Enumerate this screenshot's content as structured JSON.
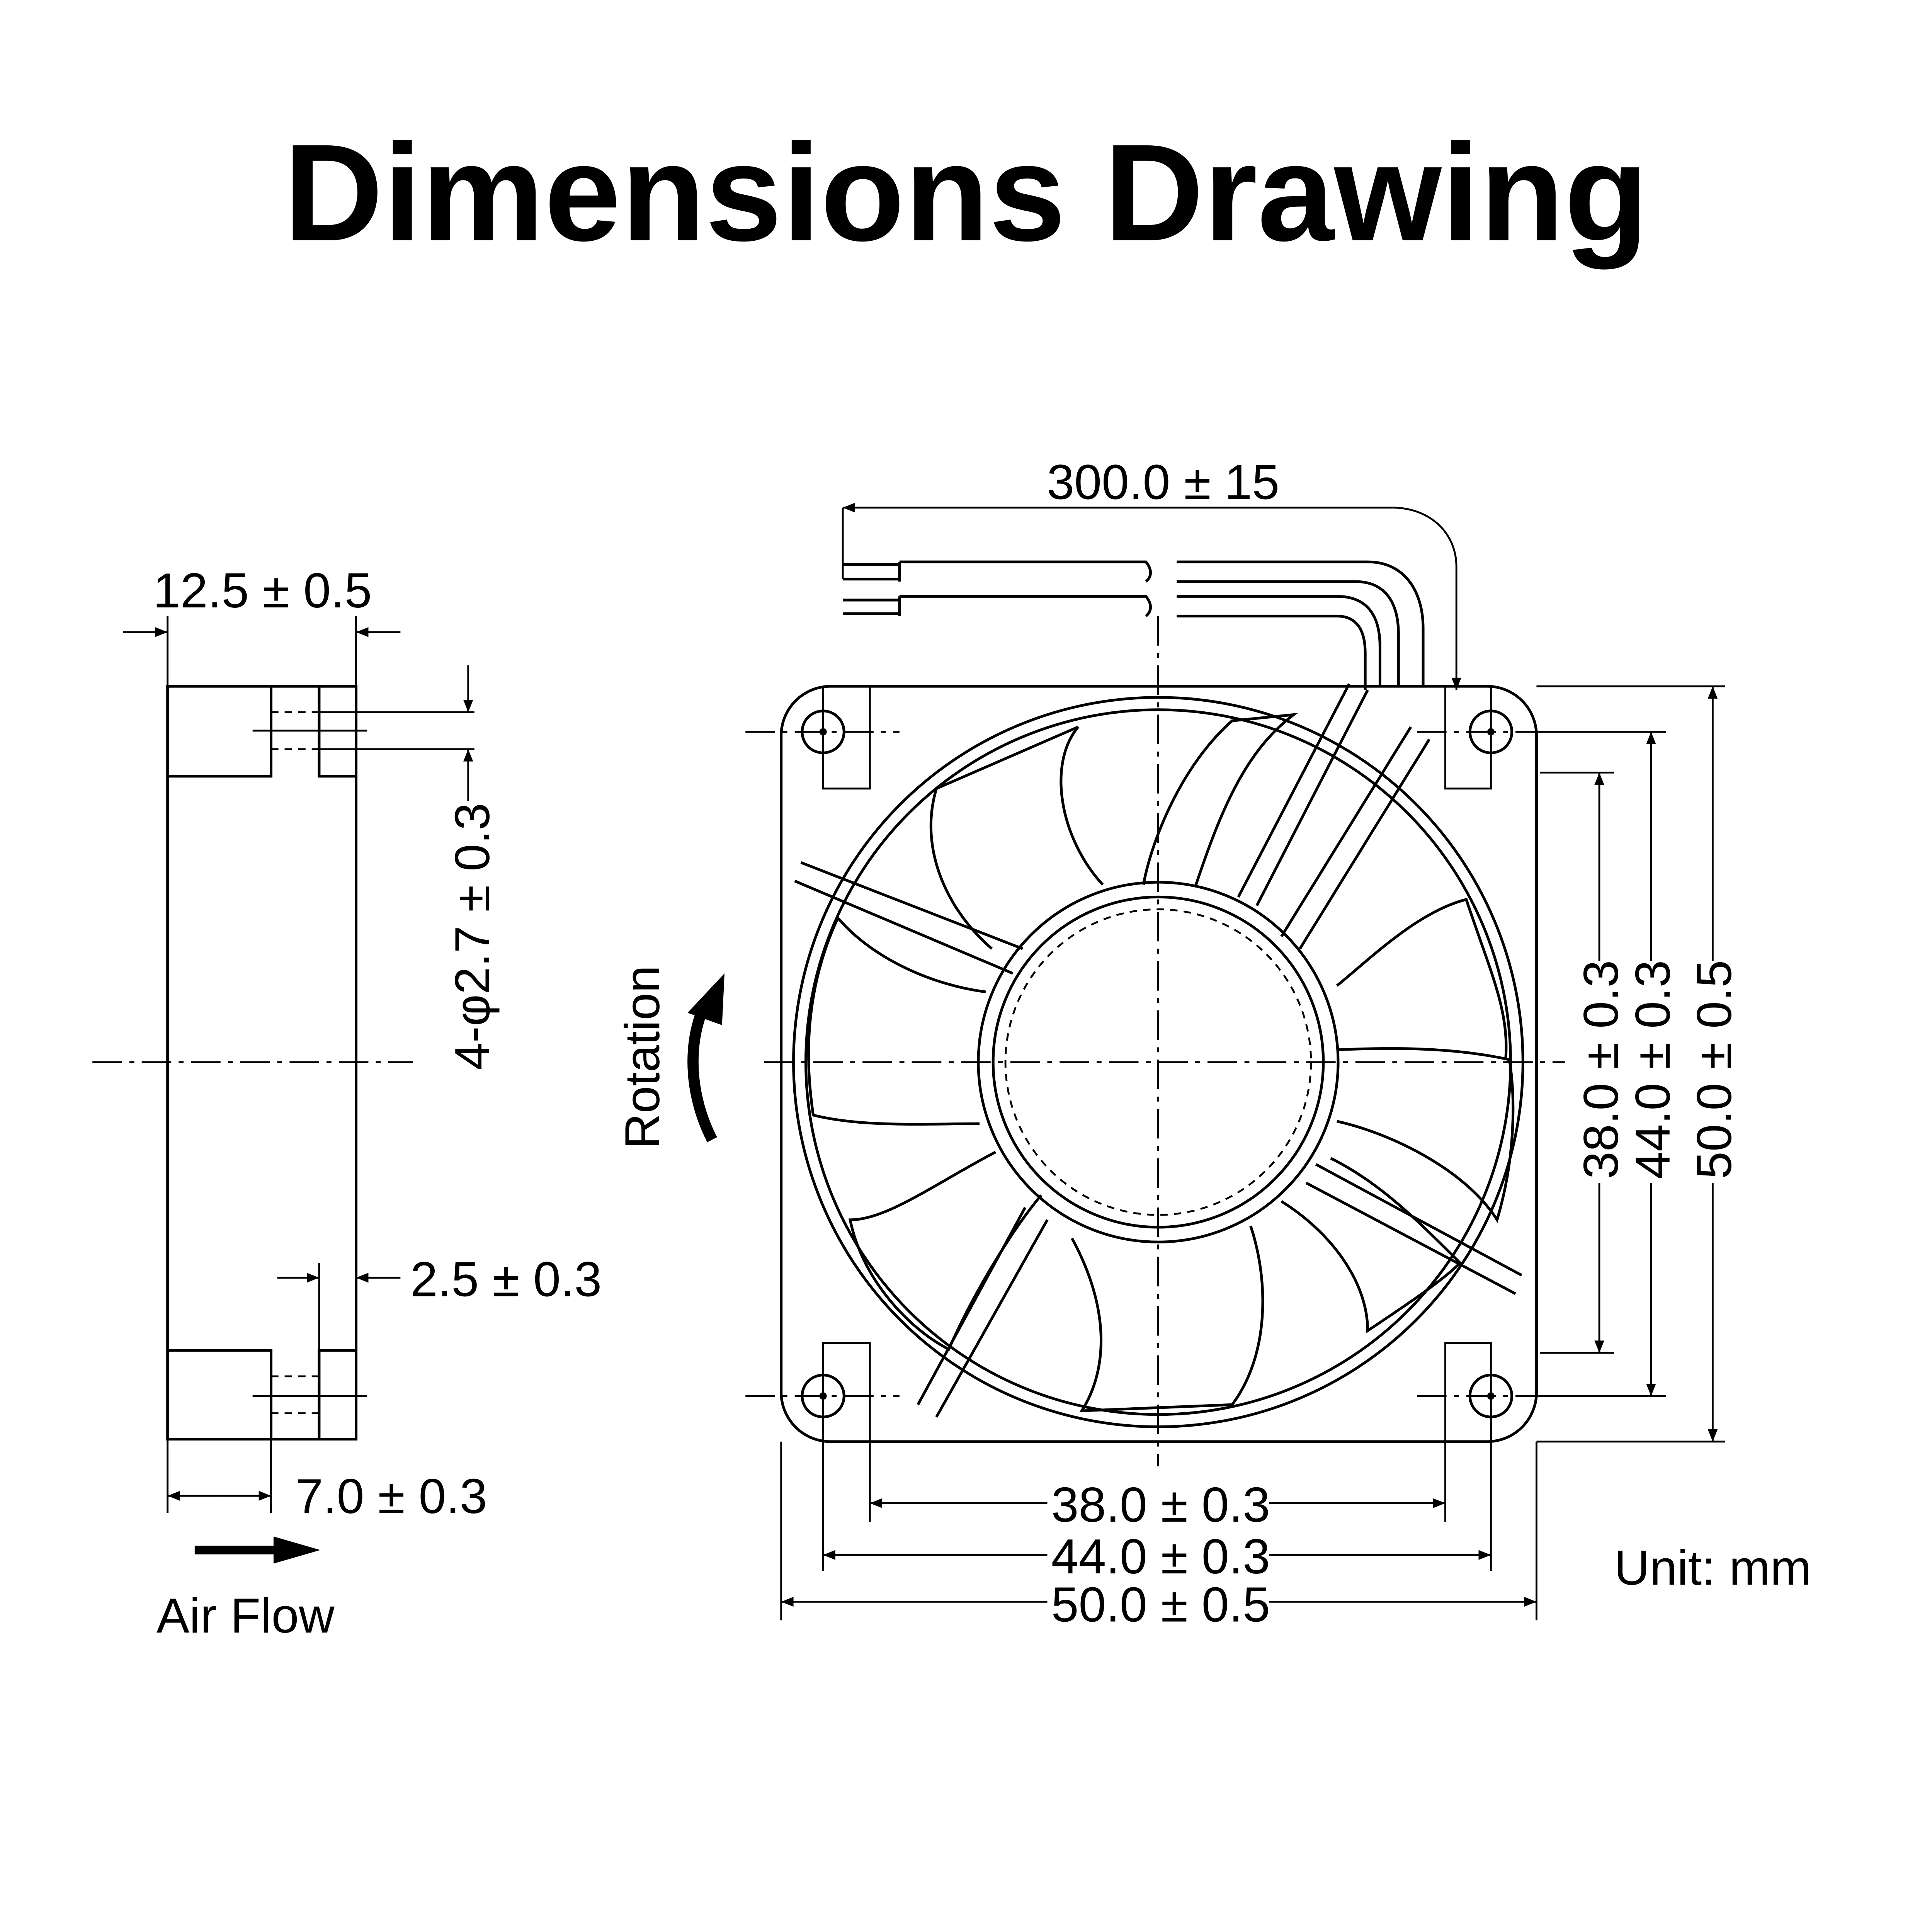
{
  "title": "Dimensions Drawing",
  "side_view": {
    "thickness": "12.5 ± 0.5",
    "hole_diameter": "4-φ2.7 ± 0.3",
    "flange_thickness": "2.5 ± 0.3",
    "hole_offset": "7.0 ± 0.3",
    "airflow_label": "Air Flow"
  },
  "front_view": {
    "cable_length": "300.0 ± 15",
    "rotation_label": "Rotation",
    "dim_38_h": "38.0 ± 0.3",
    "dim_44_h": "44.0 ± 0.3",
    "dim_50_h": "50.0 ± 0.5",
    "dim_38_v": "38.0 ± 0.3",
    "dim_44_v": "44.0 ± 0.3",
    "dim_50_v": "50.0 ± 0.5"
  },
  "unit": "Unit: mm"
}
